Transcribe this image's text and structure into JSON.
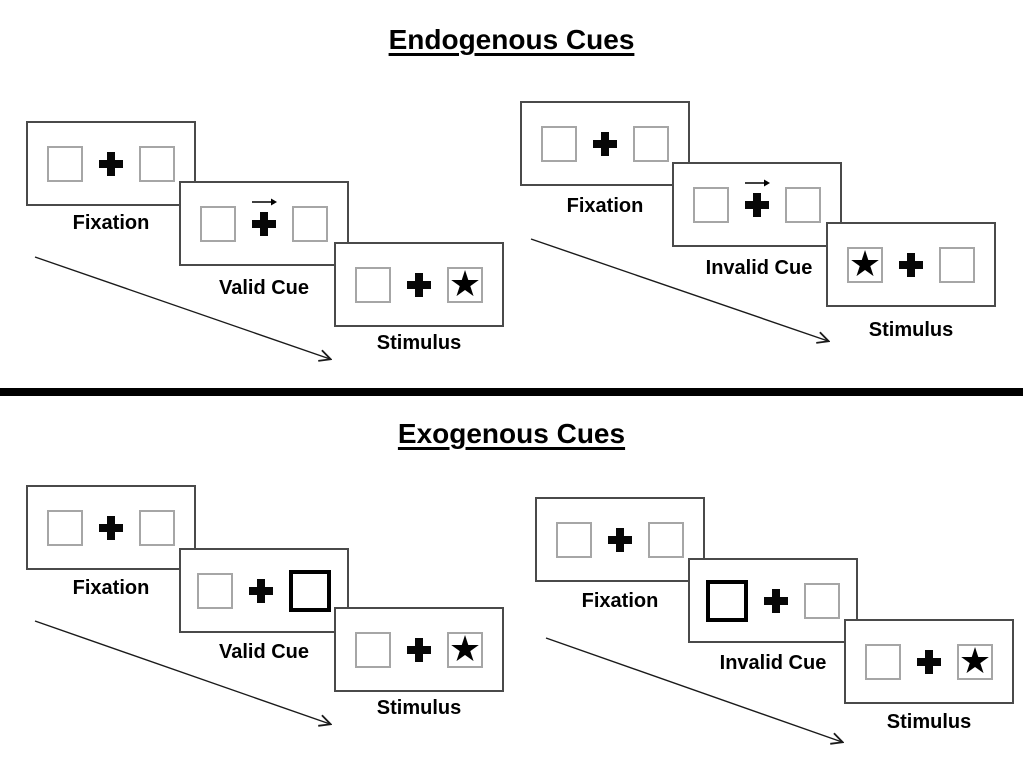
{
  "colors": {
    "background": "#ffffff",
    "panel_border": "#4a4a4a",
    "square_border": "#a6a6a6",
    "ink": "#000000"
  },
  "icons": {
    "star": "★"
  },
  "divider": {
    "style": "thick-black-horizontal-rule"
  },
  "endogenous": {
    "title": "Endogenous Cues",
    "valid": {
      "fixation_label": "Fixation",
      "cue_label": "Valid Cue",
      "stimulus_label": "Stimulus",
      "cue_type": "central-arrow",
      "cue_direction": "right",
      "stimulus_side": "right"
    },
    "invalid": {
      "fixation_label": "Fixation",
      "cue_label": "Invalid Cue",
      "stimulus_label": "Stimulus",
      "cue_type": "central-arrow",
      "cue_direction": "right",
      "stimulus_side": "left"
    }
  },
  "exogenous": {
    "title": "Exogenous Cues",
    "valid": {
      "fixation_label": "Fixation",
      "cue_label": "Valid Cue",
      "stimulus_label": "Stimulus",
      "cue_type": "peripheral-box-highlight",
      "highlight_side": "right",
      "stimulus_side": "right"
    },
    "invalid": {
      "fixation_label": "Fixation",
      "cue_label": "Invalid Cue",
      "stimulus_label": "Stimulus",
      "cue_type": "peripheral-box-highlight",
      "highlight_side": "left",
      "stimulus_side": "right"
    }
  }
}
